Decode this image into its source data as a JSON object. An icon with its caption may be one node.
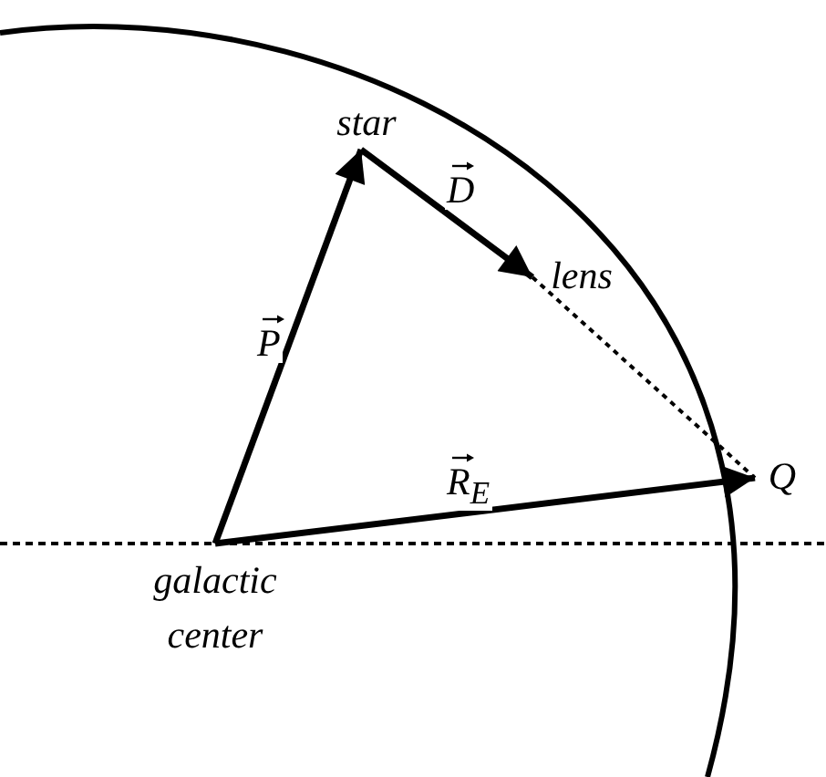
{
  "diagram": {
    "nodes": [
      {
        "text": [
          "galactic center"
        ]
      },
      {
        "text": [
          "star"
        ]
      },
      {
        "text": [
          "lens"
        ]
      },
      {
        "text": [
          "Q"
        ]
      }
    ],
    "edges": [
      {
        "from": 0,
        "to": 1,
        "arrow": "to",
        "label": "P"
      },
      {
        "from": 1,
        "to": 2,
        "arrow": "to",
        "label": "D"
      },
      {
        "from": 2,
        "to": 3,
        "arrow": "none",
        "style": "dashed"
      },
      {
        "from": 0,
        "to": 3,
        "arrow": "to",
        "label": "R$_{E}$"
      }
    ]
  }
}
